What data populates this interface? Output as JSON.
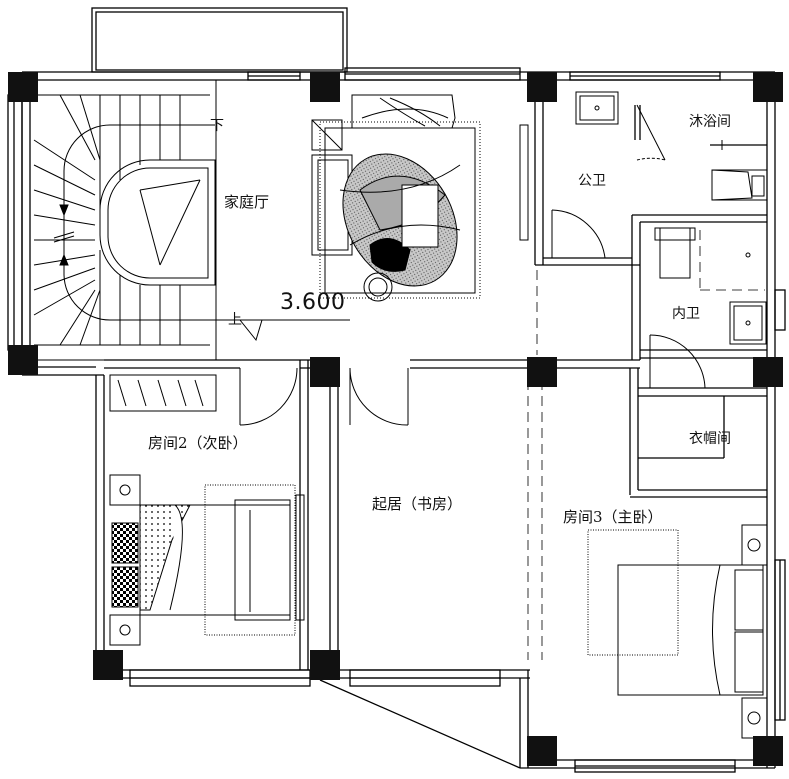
{
  "rooms": {
    "family_hall": "家庭厅",
    "public_bath": "公卫",
    "shower_room": "沐浴间",
    "inner_bath": "内卫",
    "wardrobe": "衣帽间",
    "bedroom2": "房间2（次卧）",
    "living_study": "起居（书房）",
    "bedroom3": "房间3（主卧）"
  },
  "stair": {
    "down_label": "下",
    "up_label": "上"
  },
  "elevation": "3.600",
  "colors": {
    "line": "#000000",
    "column": "#111111",
    "hatch_gray": "#9a9a9a",
    "rug_gray": "#6e6e6e"
  }
}
